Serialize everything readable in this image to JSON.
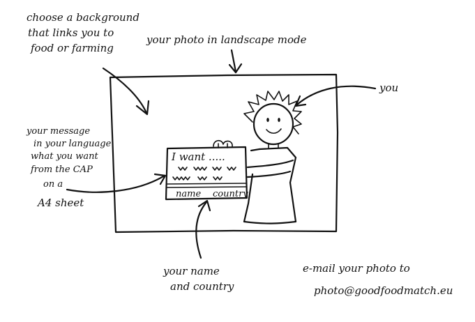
{
  "labels": {
    "background": [
      "choose a background",
      "that links you to",
      "food or farming"
    ],
    "photo_mode": "your photo in landscape mode",
    "you": "you",
    "message": [
      "your message",
      "in your language",
      "what you want",
      "from the CAP",
      "on a",
      "A4 sheet"
    ],
    "name_country_label": [
      "your name",
      "and country"
    ],
    "email": [
      "e-mail your photo to",
      "photo@goodfoodmatch.eu"
    ]
  },
  "sign": {
    "header": "I want .....",
    "squiggle_1": "ᵚ ᵚᵚ ᵚᵚ",
    "squiggle_2": "ᵚᵚᵚ ᵚᵚ",
    "name": "name",
    "country": "country"
  }
}
